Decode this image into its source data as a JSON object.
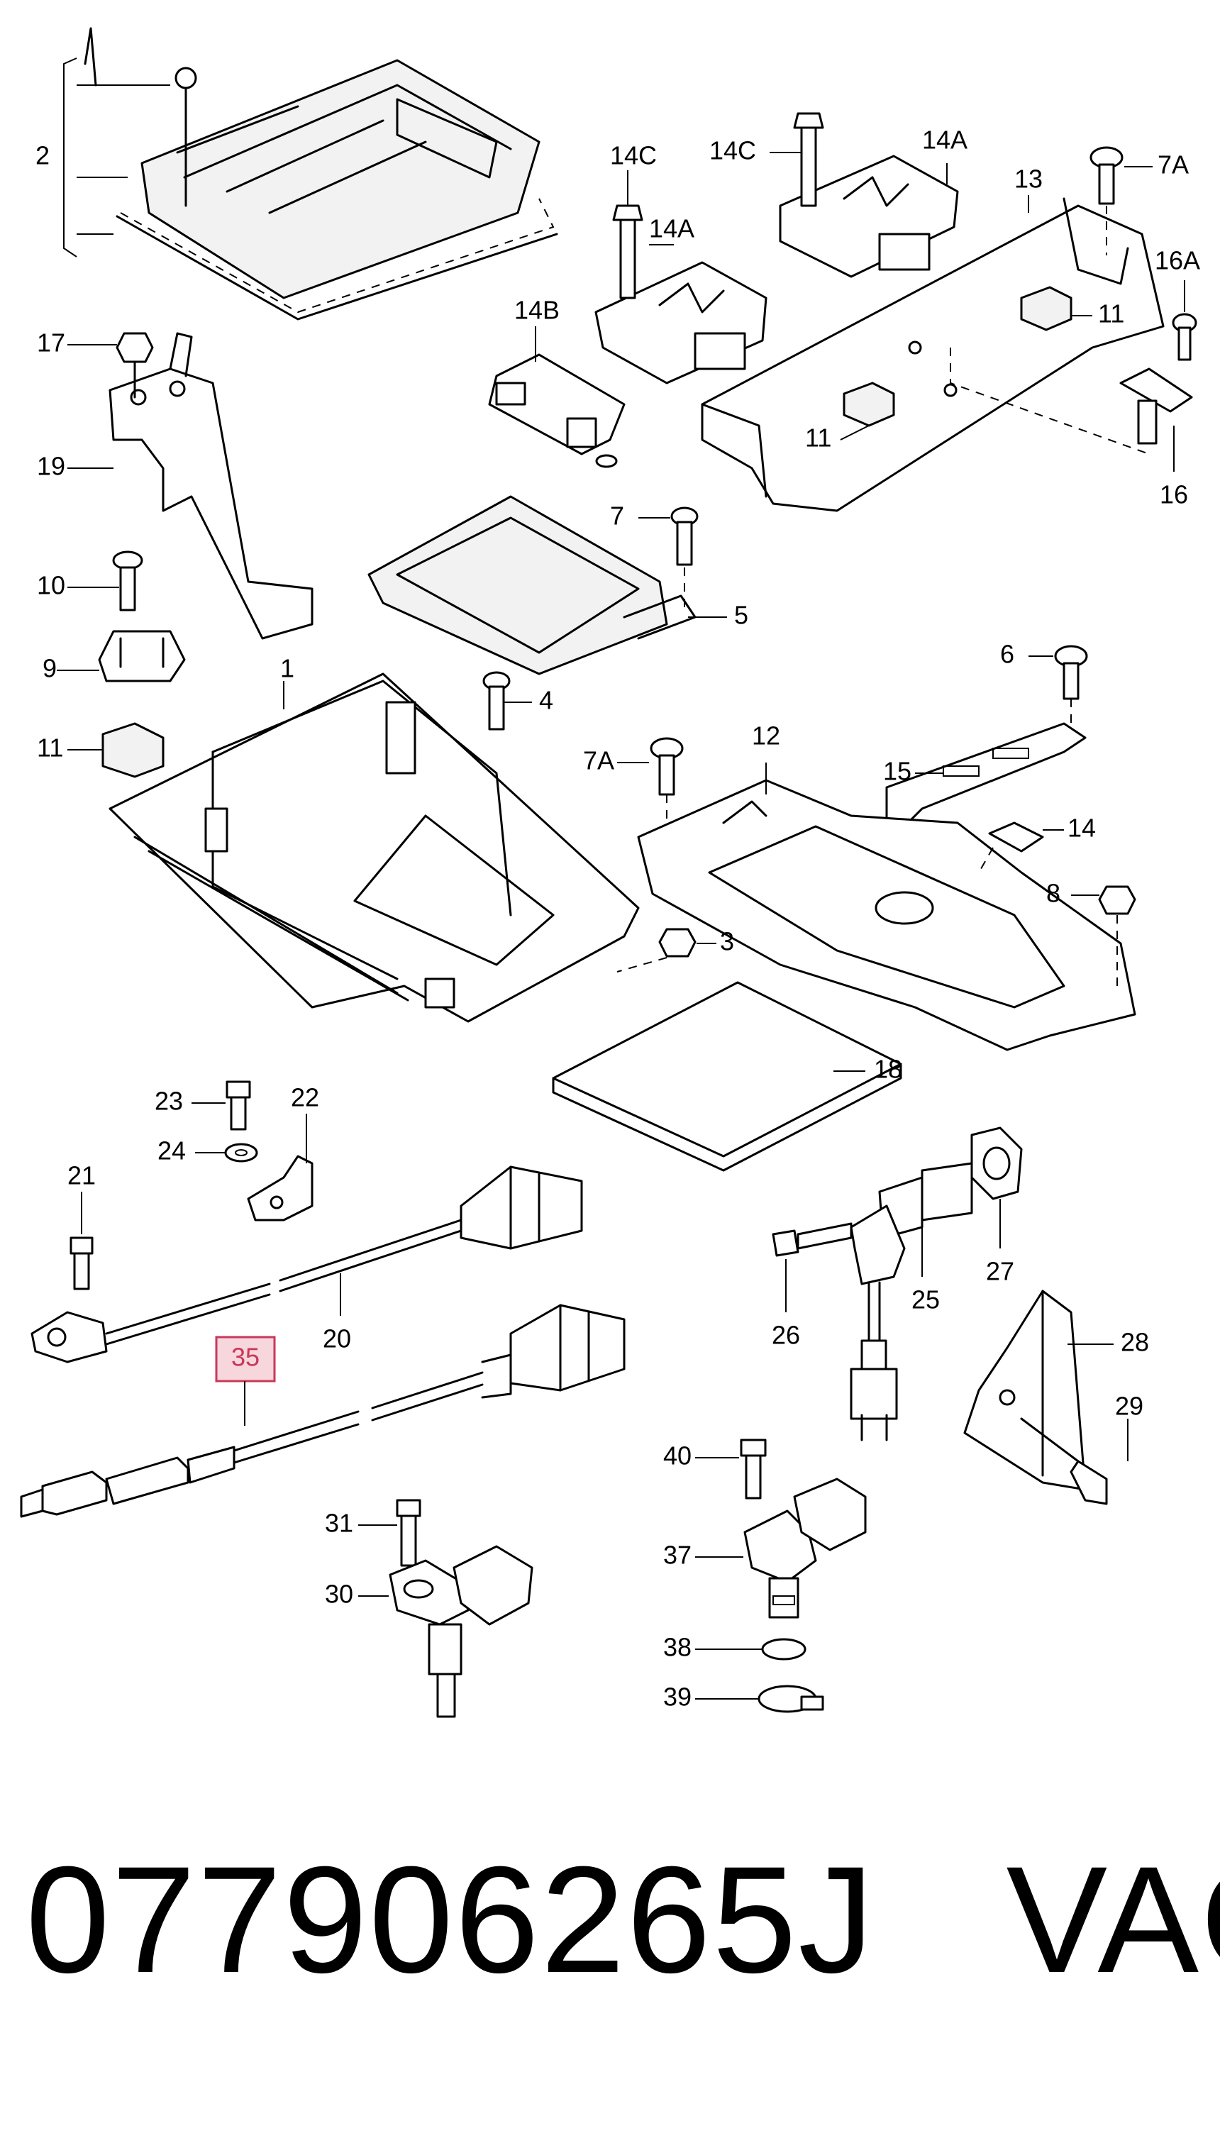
{
  "callouts": {
    "c2": "2",
    "c17": "17",
    "c19": "19",
    "c10": "10",
    "c9": "9",
    "c11a": "11",
    "c1": "1",
    "c4": "4",
    "c7": "7",
    "c5": "5",
    "c14b": "14B",
    "c14c_a": "14C",
    "c14a_a": "14A",
    "c14c_b": "14C",
    "c14a_b": "14A",
    "c13": "13",
    "c7a_a": "7A",
    "c16a": "16A",
    "c11b": "11",
    "c11c": "11",
    "c16": "16",
    "c6": "6",
    "c7a_b": "7A",
    "c12": "12",
    "c15": "15",
    "c14": "14",
    "c8": "8",
    "c3": "3",
    "c18": "18",
    "c23": "23",
    "c22": "22",
    "c24": "24",
    "c21": "21",
    "c20": "20",
    "c35": "35",
    "c27": "27",
    "c25": "25",
    "c26": "26",
    "c28": "28",
    "c29": "29",
    "c40": "40",
    "c37": "37",
    "c38": "38",
    "c39": "39",
    "c31": "31",
    "c30": "30"
  },
  "highlighted_callout": "35",
  "highlight_color": "#c8385a",
  "part_number": "077906265J",
  "brand": "VAG"
}
